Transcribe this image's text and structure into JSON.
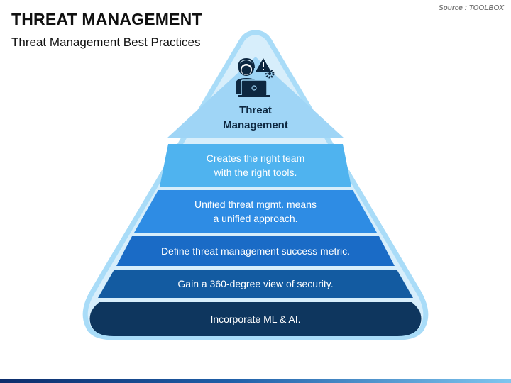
{
  "header": {
    "title": "THREAT MANAGEMENT",
    "subtitle": "Threat Management Best Practices",
    "source": "Source : TOOLBOX"
  },
  "pyramid": {
    "apex": {
      "label": "Threat Management",
      "icon": "analyst-with-laptop-warning-gear-icon"
    },
    "layers": [
      {
        "text": "Creates the right team\nwith the right tools.",
        "color": "#4fb3ef"
      },
      {
        "text": "Unified threat mgmt. means\na unified approach.",
        "color": "#2e8ce4"
      },
      {
        "text": "Define threat management success metric.",
        "color": "#1a6bc6"
      },
      {
        "text": "Gain a 360-degree view of security.",
        "color": "#135ba1"
      },
      {
        "text": "Incorporate ML & AI.",
        "color": "#0e365e"
      }
    ],
    "colors": {
      "apex": "#9fd5f6",
      "frame": "#a9dcf8",
      "frame_inner": "#d7eefb"
    }
  }
}
